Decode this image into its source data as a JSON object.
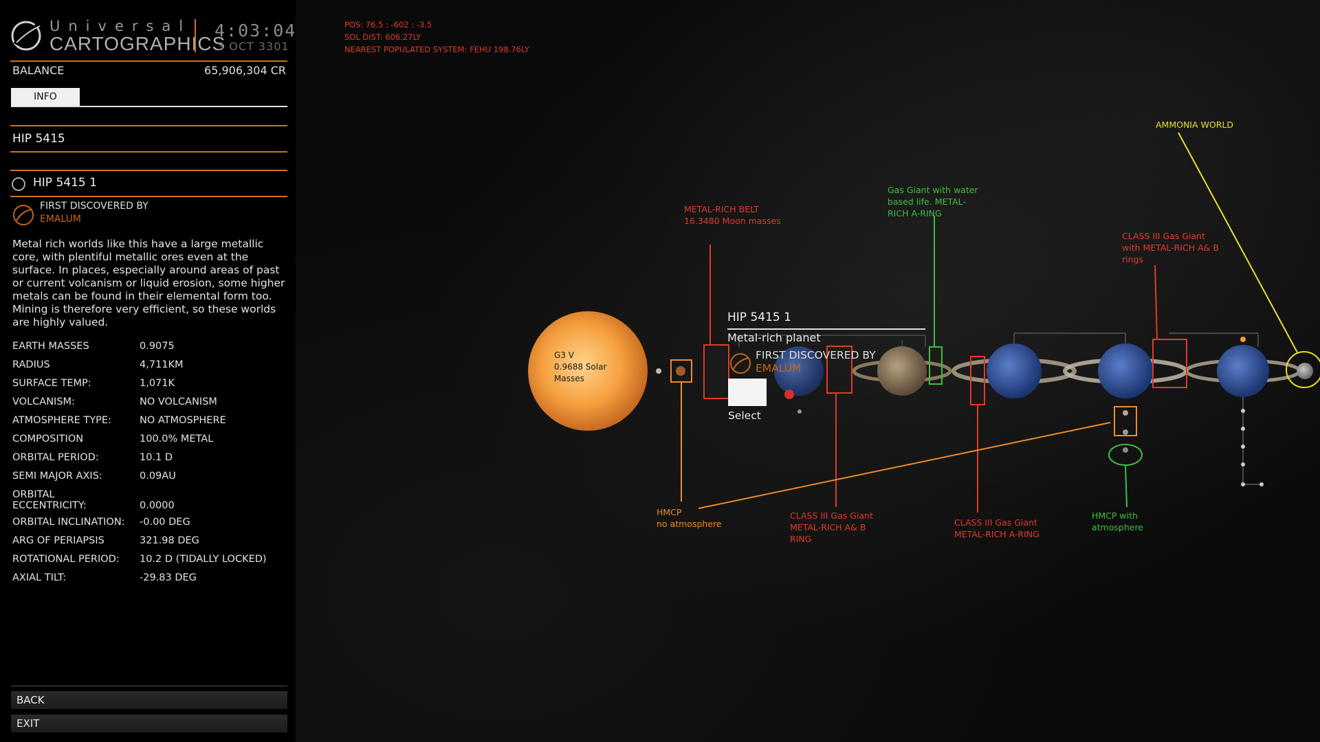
{
  "header": {
    "brand_top": "Universal",
    "brand_main": "CARTOGRAPHICS",
    "time": "4:03:04",
    "date": "3 OCT 3301"
  },
  "balance": {
    "label": "BALANCE",
    "value": "65,906,304 CR"
  },
  "tabs": {
    "info": "INFO"
  },
  "system": {
    "name": "HIP 5415"
  },
  "body": {
    "name": "HIP 5415 1",
    "discovered_label": "FIRST DISCOVERED BY",
    "discovered_by": "EMALUM",
    "description": "Metal rich worlds like this have a large metallic core, with plentiful metallic ores even at the surface. In places, especially around areas of past or current volcanism or liquid erosion, some higher metals can be found in their elemental form too. Mining is therefore very efficient, so these worlds are highly valued."
  },
  "stats": [
    {
      "k": "EARTH MASSES",
      "v": "0.9075"
    },
    {
      "k": "RADIUS",
      "v": "4,711KM"
    },
    {
      "k": "SURFACE TEMP:",
      "v": "1,071K"
    },
    {
      "k": "VOLCANISM:",
      "v": "NO VOLCANISM"
    },
    {
      "k": "ATMOSPHERE TYPE:",
      "v": "NO ATMOSPHERE"
    },
    {
      "k": "COMPOSITION",
      "v": "100.0% METAL"
    },
    {
      "k": "ORBITAL PERIOD:",
      "v": "10.1 D"
    },
    {
      "k": "SEMI MAJOR AXIS:",
      "v": "0.09AU"
    },
    {
      "k": "ORBITAL ECCENTRICITY:",
      "v": "0.0000"
    },
    {
      "k": "ORBITAL INCLINATION:",
      "v": "-0.00 DEG"
    },
    {
      "k": "ARG OF PERIAPSIS",
      "v": "321.98 DEG"
    },
    {
      "k": "ROTATIONAL PERIOD:",
      "v": "10.2 D (TIDALLY LOCKED)"
    },
    {
      "k": "AXIAL TILT:",
      "v": "-29.83 DEG"
    }
  ],
  "buttons": {
    "back": "BACK",
    "exit": "EXIT"
  },
  "hud": {
    "pos": "POS:  76.5  :  -602  :  -3.5",
    "sol_dist": "SOL DIST:  606.27LY",
    "nearest": "NEAREST POPULATED SYSTEM:  FEHU 198.76LY"
  },
  "star": {
    "line1": "G3 V",
    "line2": "0.9688 Solar",
    "line3": "Masses"
  },
  "tooltip": {
    "title": "HIP 5415 1",
    "subtitle": "Metal-rich planet",
    "discovered_label": "FIRST DISCOVERED BY",
    "discovered_by": "EMALUM",
    "select": "Select"
  },
  "annotations": {
    "belt_1": "METAL-RICH BELT",
    "belt_2": "16.3480 Moon masses",
    "gg_water_1": "Gas Giant with water",
    "gg_water_2": "based life.  METAL-",
    "gg_water_3": "RICH A-RING",
    "ammonia": "AMMONIA WORLD",
    "class3_ab_rings_1": "CLASS III Gas Giant",
    "class3_ab_rings_2": "with METAL-RICH A& B",
    "class3_ab_rings_3": "rings",
    "hmcp_1": "HMCP",
    "hmcp_2": "no atmosphere",
    "class3_ab_1": "CLASS III Gas Giant",
    "class3_ab_2": "METAL-RICH A& B",
    "class3_ab_3": "RING",
    "class3_a_1": "CLASS III Gas Giant",
    "class3_a_2": "METAL-RICH A-RING",
    "hmcp_atm_1": "HMCP with",
    "hmcp_atm_2": "atmosphere"
  },
  "colors": {
    "accent": "#d2731c",
    "annotation_red": "#e23a2a",
    "annotation_green": "#3fbf3f",
    "annotation_orange": "#f08b2a",
    "annotation_yellow": "#e8e030"
  }
}
